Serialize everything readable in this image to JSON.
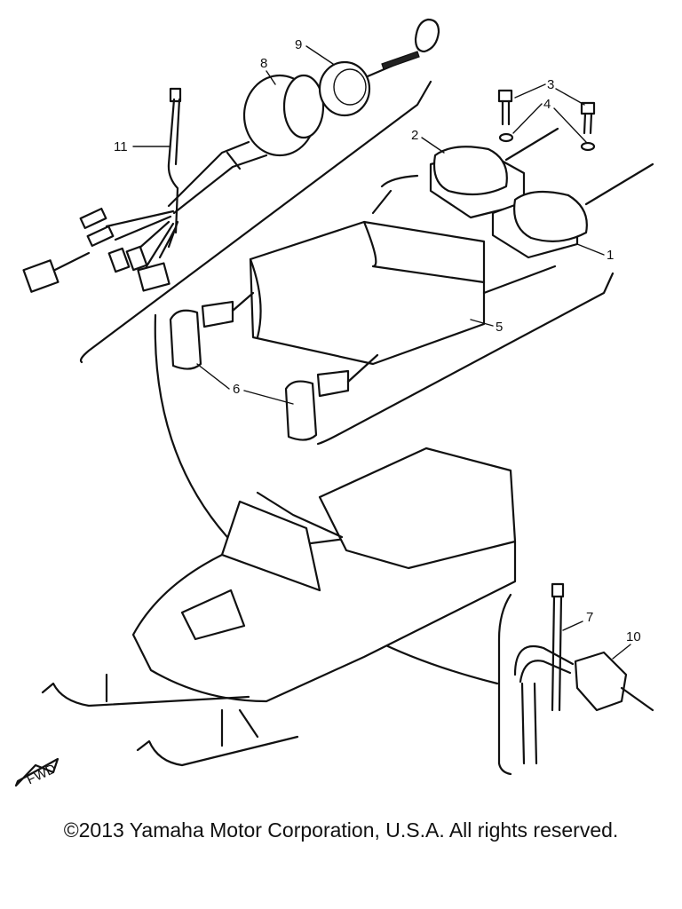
{
  "diagram": {
    "callouts": [
      {
        "id": "1",
        "text": "1"
      },
      {
        "id": "2",
        "text": "2"
      },
      {
        "id": "3",
        "text": "3"
      },
      {
        "id": "4",
        "text": "4"
      },
      {
        "id": "5",
        "text": "5"
      },
      {
        "id": "6",
        "text": "6"
      },
      {
        "id": "7",
        "text": "7"
      },
      {
        "id": "8",
        "text": "8"
      },
      {
        "id": "9",
        "text": "9"
      },
      {
        "id": "10",
        "text": "10"
      },
      {
        "id": "11",
        "text": "11"
      }
    ],
    "direction_label": "FWD"
  },
  "footer": {
    "copyright": "©2013 Yamaha Motor Corporation, U.S.A. All rights reserved."
  }
}
